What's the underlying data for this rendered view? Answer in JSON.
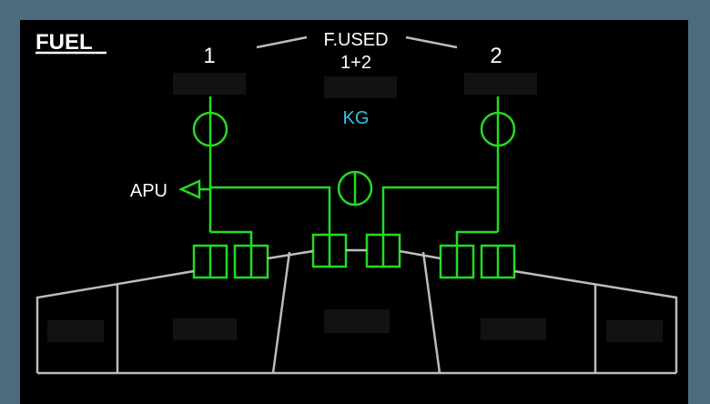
{
  "page": {
    "title": "FUEL",
    "engine_left": "1",
    "engine_right": "2",
    "fuel_used_label": "F.USED",
    "fuel_used_sub": "1+2",
    "unit": "KG",
    "apu_label": "APU"
  },
  "colors": {
    "frame": "#4d6b7f",
    "screen": "#000000",
    "lines_green": "#22dd22",
    "text_white": "#ffffff",
    "text_cyan": "#2fc4e0",
    "tank_outline": "#bcbcbc"
  }
}
